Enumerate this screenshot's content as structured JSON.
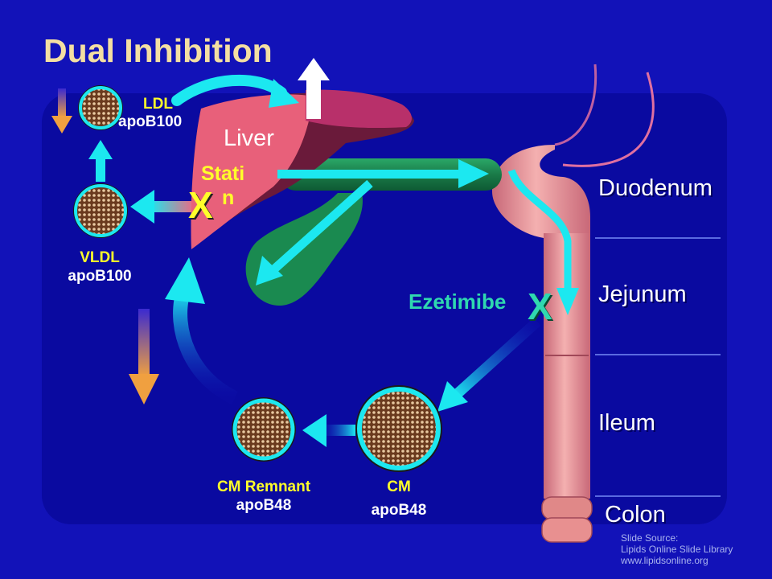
{
  "title": "Dual Inhibition",
  "labels": {
    "ldl": "LDL",
    "ldl_apo": "apoB100",
    "vldl": "VLDL",
    "vldl_apo": "apoB100",
    "cm_remnant": "CM Remnant",
    "cm_remnant_apo": "apoB48",
    "cm": "CM",
    "cm_apo": "apoB48",
    "liver": "Liver",
    "statin_line1": "Stati",
    "statin_line2": "n",
    "ezetimibe": "Ezetimibe",
    "x_mark": "X"
  },
  "intestine_segments": {
    "duodenum": "Duodenum",
    "jejunum": "Jejunum",
    "ileum": "Ileum",
    "colon": "Colon"
  },
  "source": {
    "line1": "Slide Source:",
    "line2": "Lipids Online Slide Library",
    "line3": "www.lipidsonline.org"
  },
  "colors": {
    "background": "#1212b8",
    "panel": "#0a0aa0",
    "title": "#f4dfa2",
    "yellow_label": "#ffff2a",
    "arrow_cyan": "#1ce8f0",
    "arrow_orange": "#f0a040",
    "liver": "#e8607a",
    "gallbladder": "#1a8a50",
    "intestine": "#f0a0a0",
    "ezetimibe": "#2fd8b0"
  }
}
